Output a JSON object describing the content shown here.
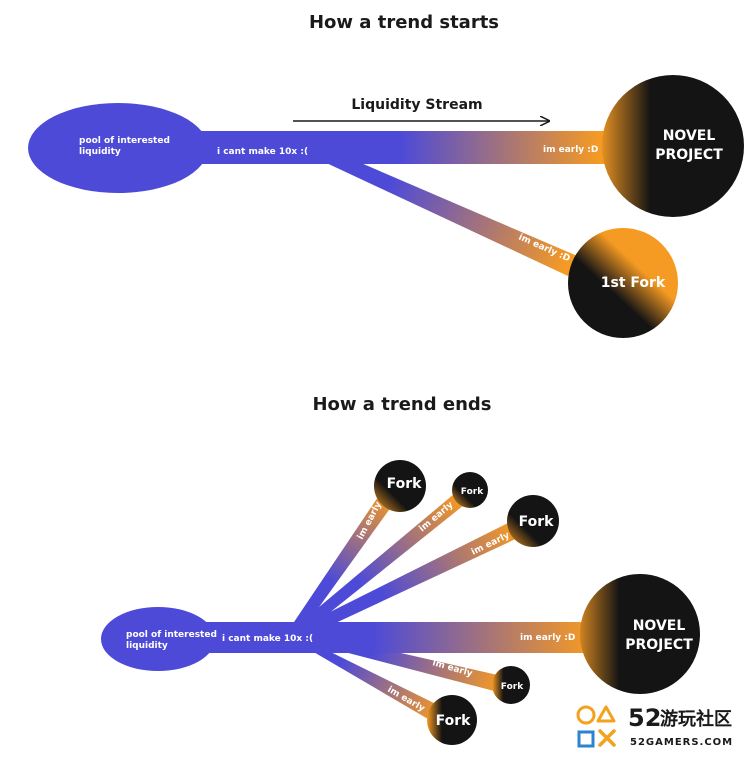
{
  "colors": {
    "pool": "#4d4ad8",
    "stream_start": "#4d4ad8",
    "stream_end": "#f59a23",
    "node_orange": "#f59a23",
    "node_dark": "#141414",
    "arrow": "#1a1a1a"
  },
  "top": {
    "title": "How a trend starts",
    "stream_label": "Liquidity Stream",
    "pool_label_lines": [
      "pool of interested",
      "liquidity"
    ],
    "cant_label": "i cant make 10x :(",
    "main_label": "im early :D",
    "fork_branch_label": "im early :D",
    "novel_lines": [
      "NOVEL",
      "PROJECT"
    ],
    "fork_label": "1st Fork"
  },
  "bottom": {
    "title": "How a trend ends",
    "pool_label_lines": [
      "pool of interested",
      "liquidity"
    ],
    "cant_label": "i cant make 10x :(",
    "main_label": "im early :D",
    "novel_lines": [
      "NOVEL",
      "PROJECT"
    ],
    "forks": [
      {
        "label": "Fork",
        "branch_label": "im early"
      },
      {
        "label": "Fork",
        "branch_label": "im early"
      },
      {
        "label": "Fork",
        "branch_label": "im early"
      },
      {
        "label": "Fork",
        "branch_label": "im early"
      },
      {
        "label": "Fork",
        "branch_label": "im early"
      }
    ]
  },
  "watermark": {
    "brand": "52",
    "chinese": "游玩社区",
    "site": "52GAMERS.COM",
    "icon": "playstation-buttons-icon"
  }
}
